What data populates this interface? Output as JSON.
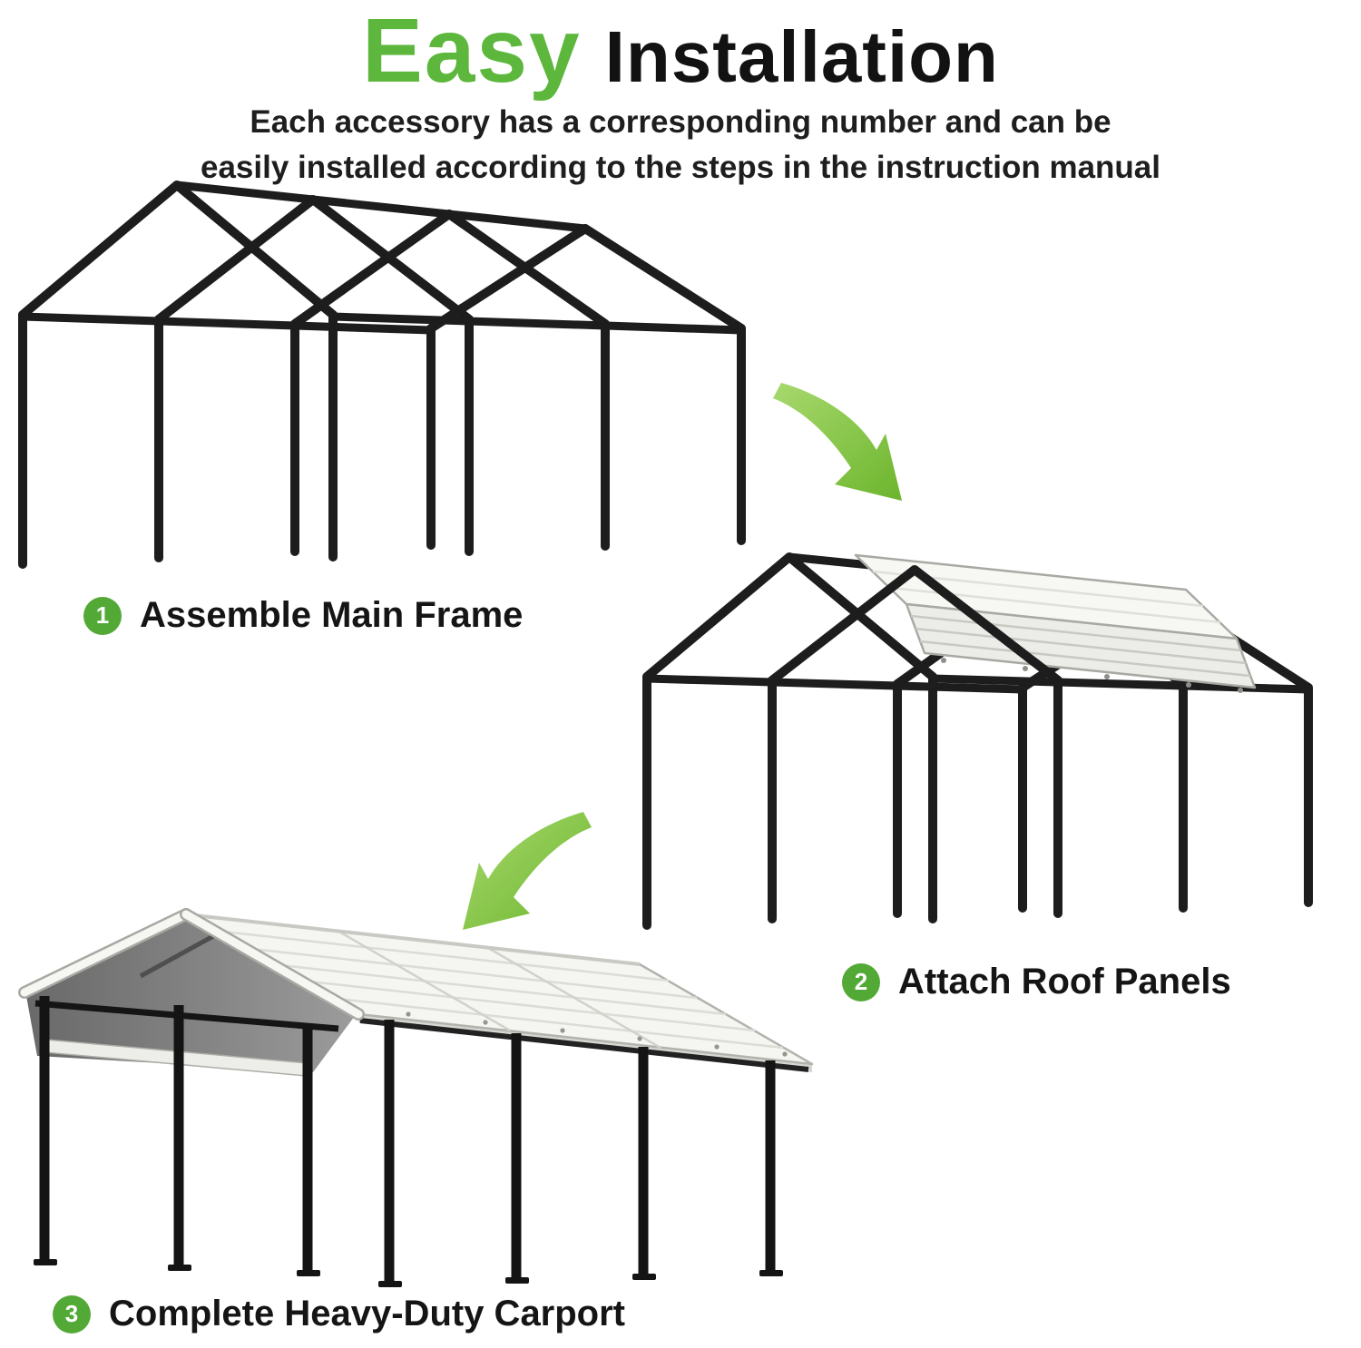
{
  "header": {
    "title_highlight": "Easy",
    "title_rest": "Installation",
    "subtitle_line1": "Each accessory has a corresponding number and can be",
    "subtitle_line2": "easily installed according to the steps in the instruction manual"
  },
  "steps": [
    {
      "number": "1",
      "label": "Assemble Main Frame"
    },
    {
      "number": "2",
      "label": "Attach Roof Panels"
    },
    {
      "number": "3",
      "label": "Complete Heavy-Duty Carport"
    }
  ],
  "icons": {
    "arrow_1": "green-curved-arrow-down-right",
    "arrow_2": "green-curved-arrow-down-left"
  },
  "colors": {
    "accent_green": "#5cb73c",
    "badge_green": "#53a936",
    "arrow_green_light": "#a8d96e",
    "arrow_green_dark": "#6cb52d",
    "frame_black": "#1d1d1d",
    "panel_white": "#f6f6f3"
  }
}
